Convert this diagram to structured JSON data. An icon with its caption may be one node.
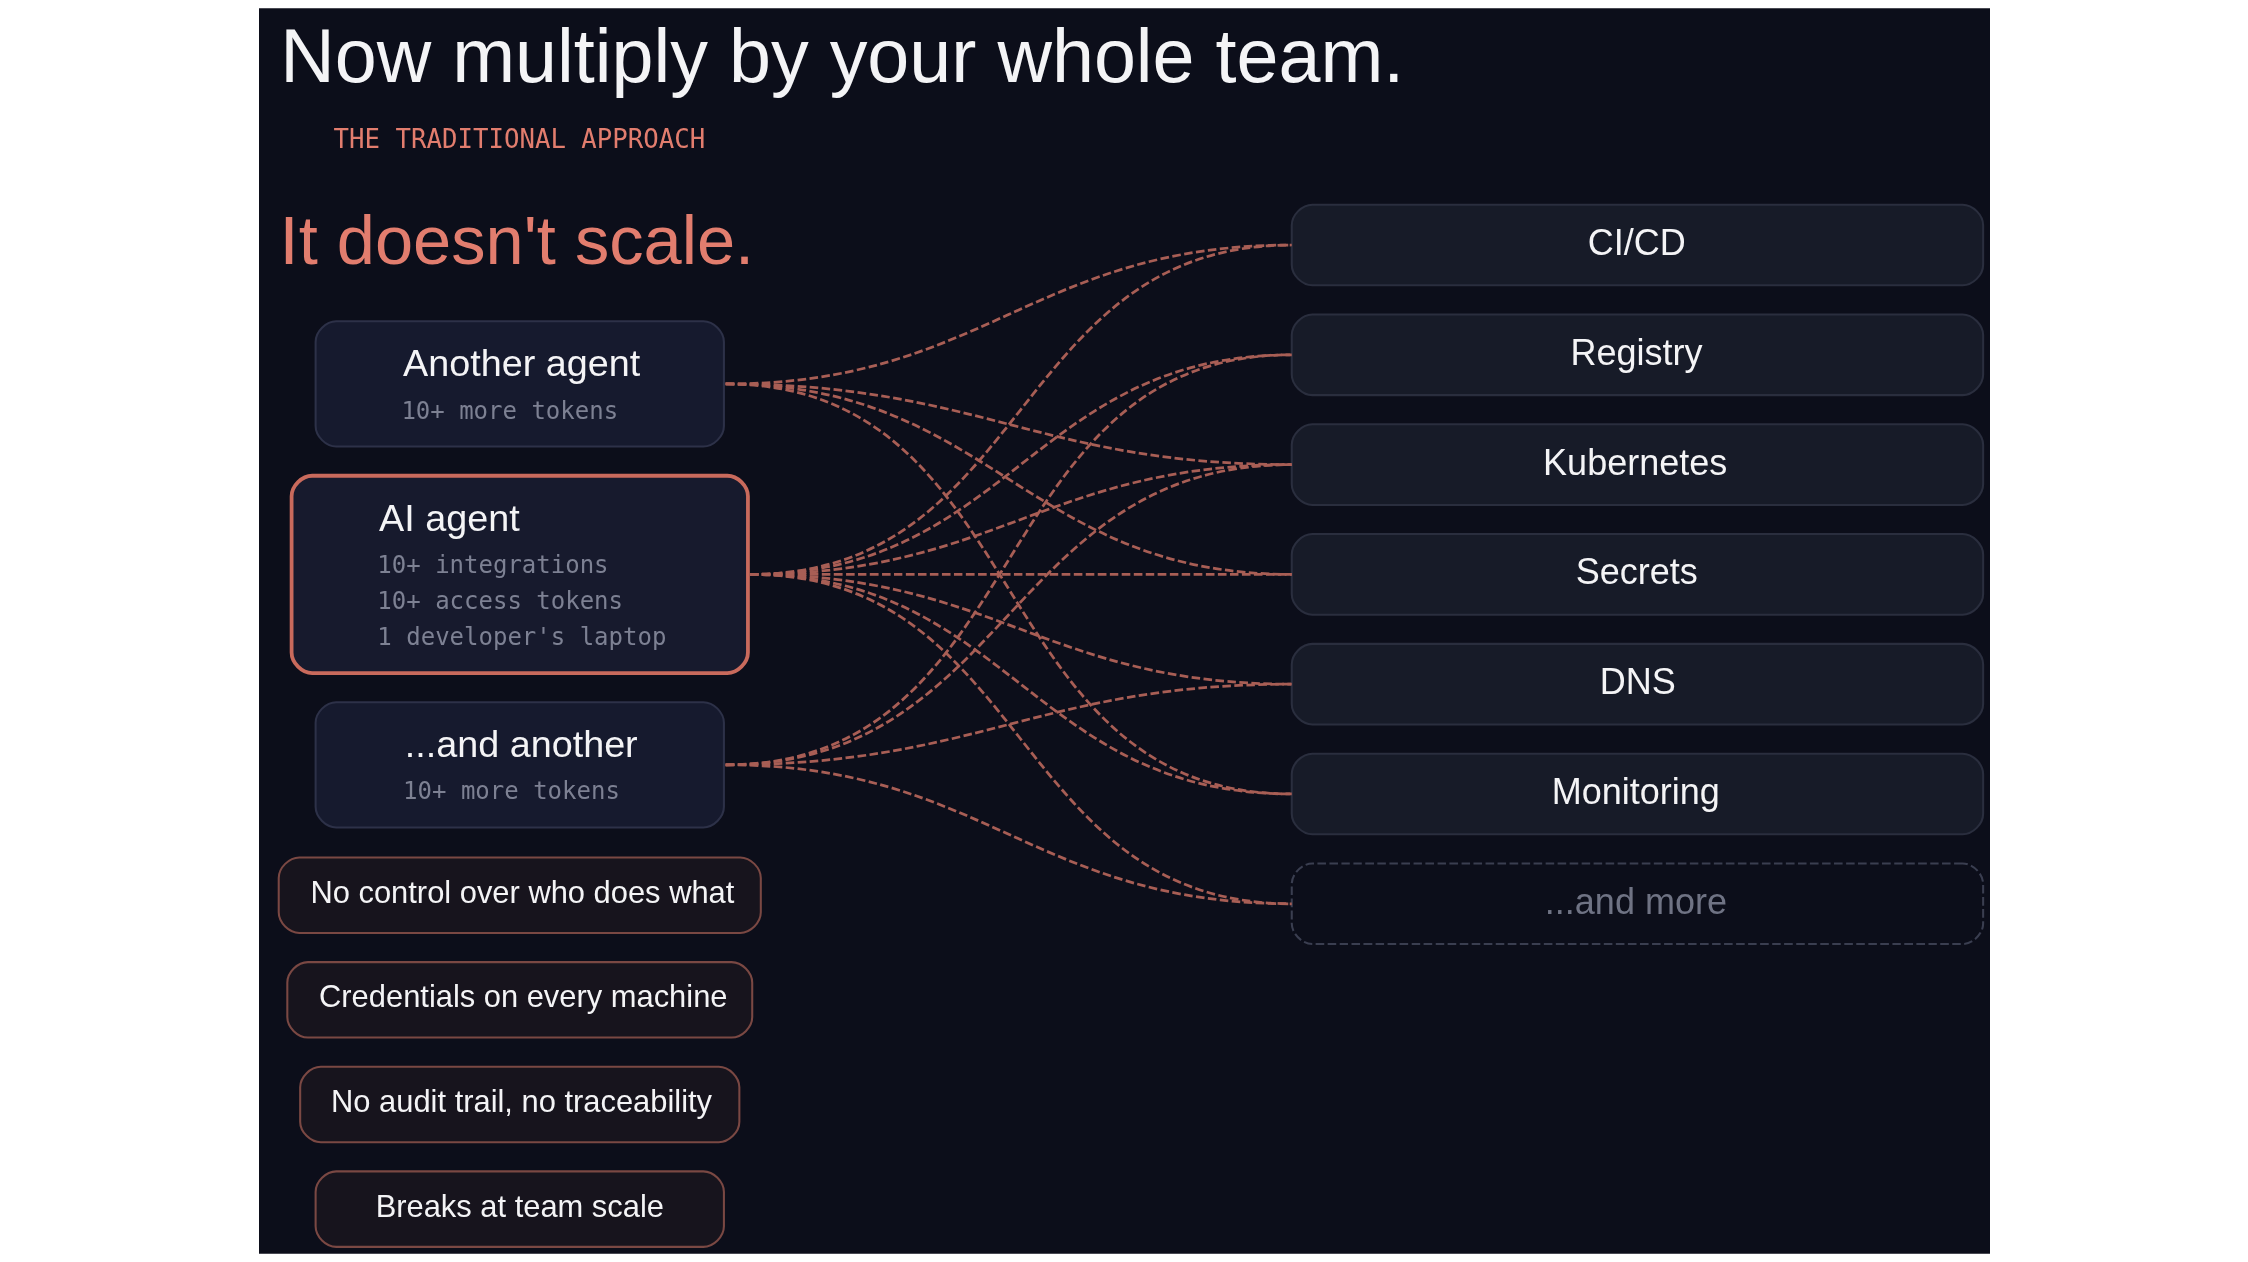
{
  "diagram": {
    "title": "Now multiply by your whole team.",
    "nodes": [
      {
        "text": [
          "Another agent",
          "10+ more tokens"
        ]
      },
      {
        "text": [
          "AI agent",
          "10+ integrations",
          "10+ access tokens",
          "1 developer's laptop"
        ]
      },
      {
        "text": [
          "...and another",
          "10+ more tokens"
        ]
      },
      {
        "text": [
          "CI/CD"
        ]
      },
      {
        "text": [
          "Registry"
        ]
      },
      {
        "text": [
          "Kubernetes"
        ]
      },
      {
        "text": [
          "Secrets"
        ]
      },
      {
        "text": [
          "DNS"
        ]
      },
      {
        "text": [
          "Monitoring"
        ]
      },
      {
        "text": [
          "...and more"
        ]
      },
      {
        "text": [
          "No control over who does what"
        ]
      },
      {
        "text": [
          "Credentials on every machine"
        ]
      },
      {
        "text": [
          "No audit trail, no traceability"
        ]
      },
      {
        "text": [
          "Breaks at team scale"
        ]
      }
    ],
    "edges": [
      {
        "from": 0,
        "to": 3,
        "arrow": "none",
        "style": "dashed"
      },
      {
        "from": 0,
        "to": 5,
        "arrow": "none",
        "style": "dashed"
      },
      {
        "from": 0,
        "to": 6,
        "arrow": "none",
        "style": "dashed"
      },
      {
        "from": 0,
        "to": 8,
        "arrow": "none",
        "style": "dashed"
      },
      {
        "from": 1,
        "to": 3,
        "arrow": "none",
        "style": "dashed"
      },
      {
        "from": 1,
        "to": 4,
        "arrow": "none",
        "style": "dashed"
      },
      {
        "from": 1,
        "to": 5,
        "arrow": "none",
        "style": "dashed"
      },
      {
        "from": 1,
        "to": 6,
        "arrow": "none",
        "style": "dashed"
      },
      {
        "from": 1,
        "to": 7,
        "arrow": "none",
        "style": "dashed"
      },
      {
        "from": 1,
        "to": 8,
        "arrow": "none",
        "style": "dashed"
      },
      {
        "from": 1,
        "to": 9,
        "arrow": "none",
        "style": "dashed"
      },
      {
        "from": 2,
        "to": 4,
        "arrow": "none",
        "style": "dashed"
      },
      {
        "from": 2,
        "to": 5,
        "arrow": "none",
        "style": "dashed"
      },
      {
        "from": 2,
        "to": 7,
        "arrow": "none",
        "style": "dashed"
      },
      {
        "from": 2,
        "to": 9,
        "arrow": "none",
        "style": "dashed"
      }
    ],
    "labels": [
      "THE TRADITIONAL APPROACH",
      "It doesn't scale."
    ]
  }
}
